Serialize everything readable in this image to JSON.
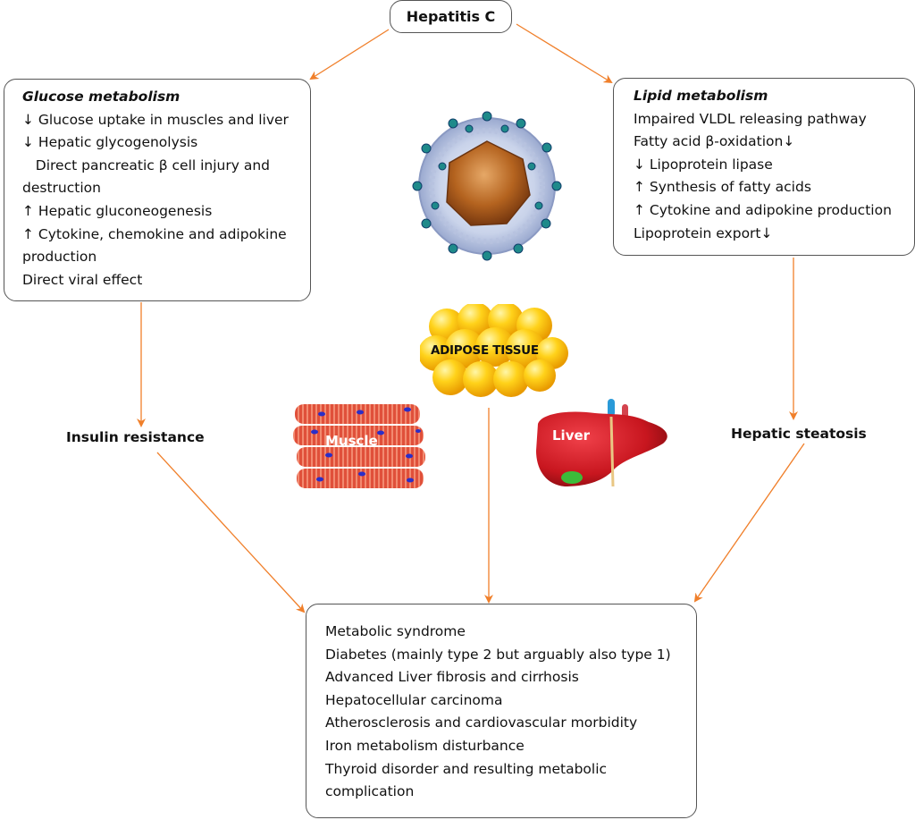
{
  "top_node": "Hepatitis C",
  "glucose_box": {
    "title": "Glucose metabolism",
    "lines": [
      "↓ Glucose uptake in muscles and liver",
      "↓ Hepatic glycogenolysis",
      "   Direct pancreatic β cell injury and",
      "destruction",
      "↑ Hepatic gluconeogenesis",
      "↑ Cytokine, chemokine and adipokine",
      "production",
      "Direct viral effect"
    ]
  },
  "lipid_box": {
    "title": "Lipid metabolism",
    "lines": [
      "Impaired VLDL releasing pathway",
      "Fatty acid β-oxidation↓",
      "↓ Lipoprotein lipase",
      "↑ Synthesis of fatty acids",
      "↑ Cytokine and adipokine production",
      "Lipoprotein export↓"
    ]
  },
  "left_label": "Insulin resistance",
  "right_label": "Hepatic steatosis",
  "illustrations": {
    "virus": "hepatitis-c-virus",
    "adipose_label": "ADIPOSE TISSUE",
    "muscle_label": "Muscle",
    "liver_label": "Liver"
  },
  "outcome_box": {
    "lines": [
      "Metabolic syndrome",
      "Diabetes (mainly type 2 but arguably also type 1)",
      "Advanced Liver fibrosis and cirrhosis",
      "Hepatocellular carcinoma",
      "Atherosclerosis and cardiovascular morbidity",
      "Iron metabolism disturbance",
      "Thyroid disorder and resulting metabolic",
      "complication"
    ]
  },
  "colors": {
    "arrow": "#f07f2a",
    "border": "#555555"
  }
}
